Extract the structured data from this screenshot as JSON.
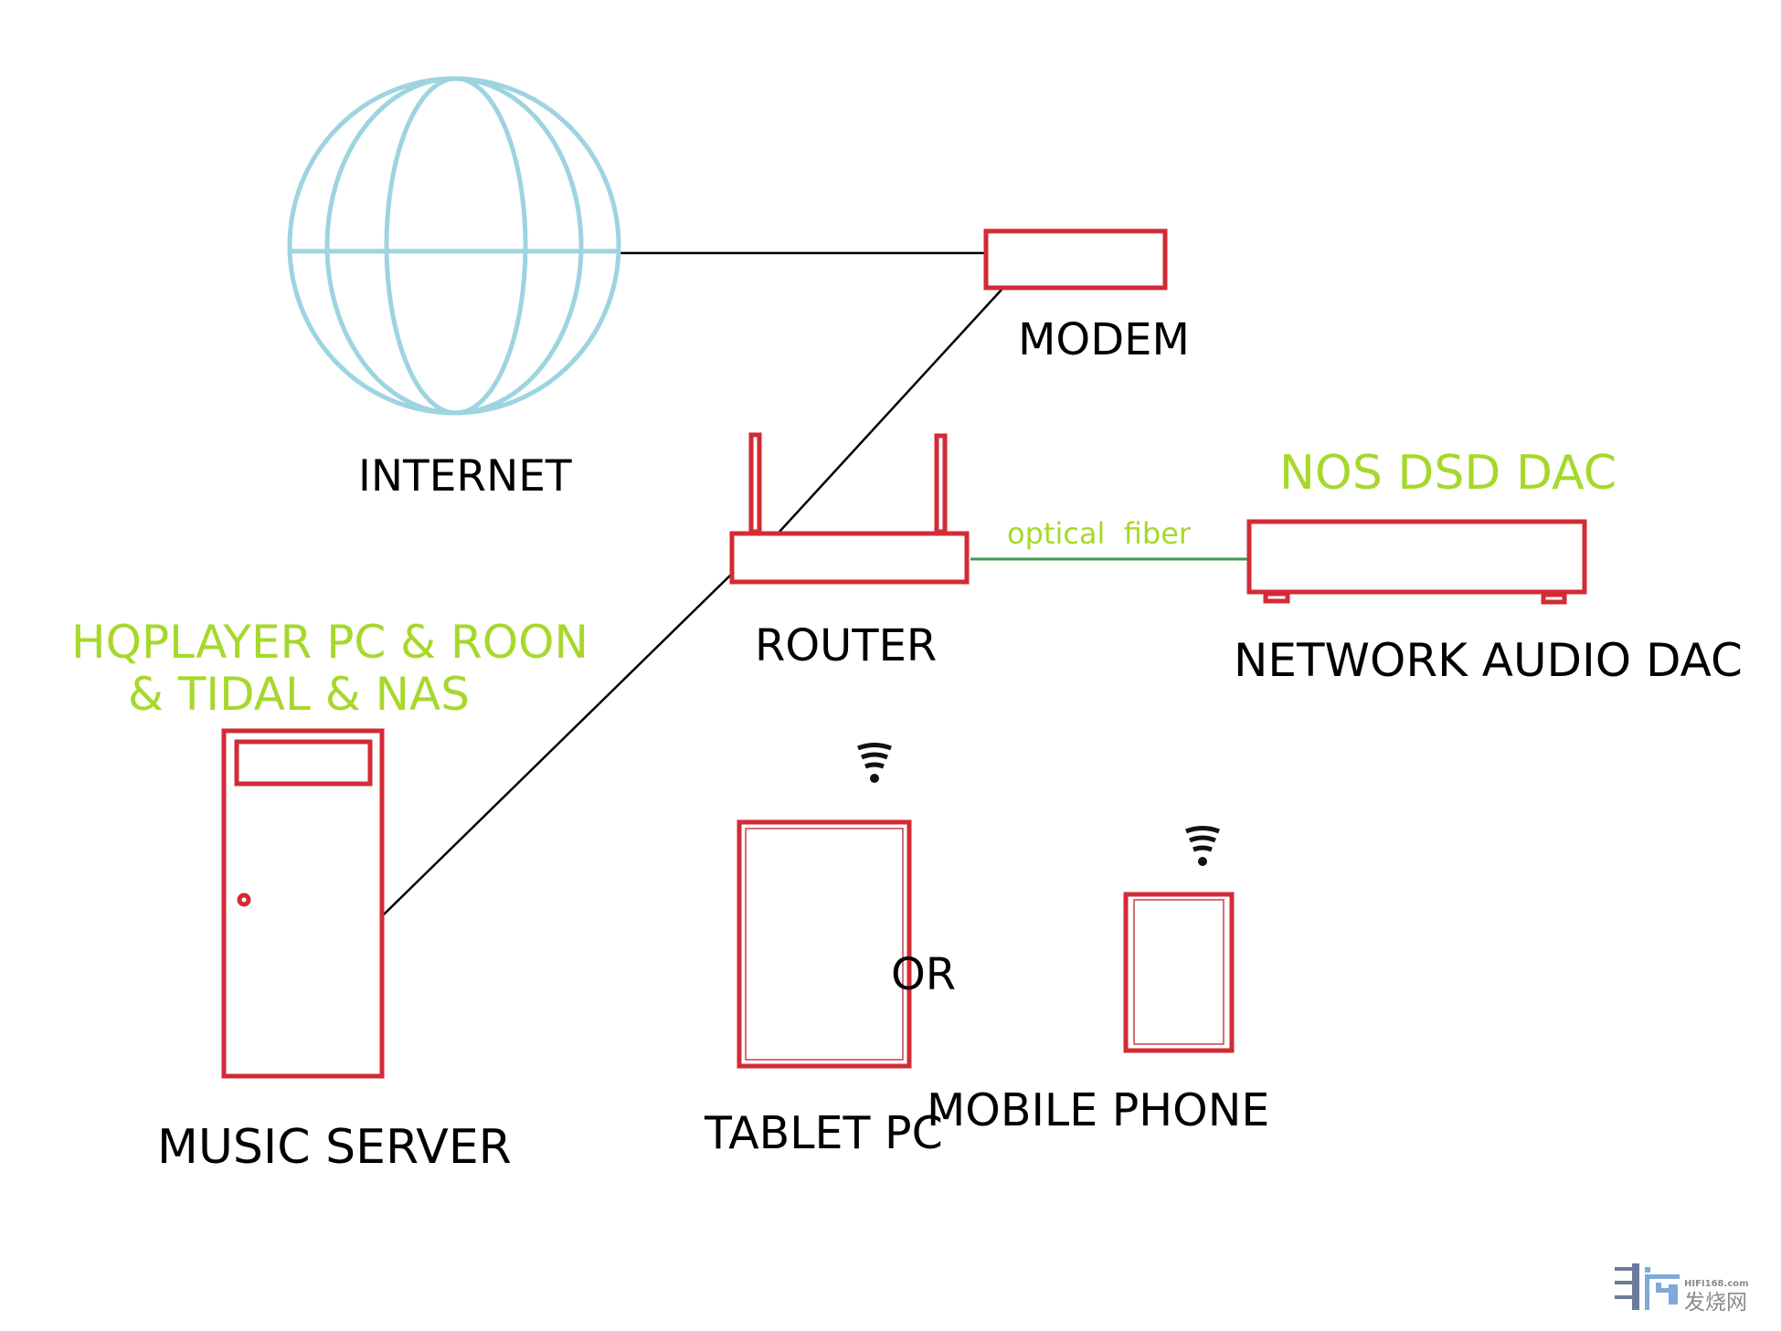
{
  "colors": {
    "device_outline": "#d22b35",
    "globe": "#9dd4e0",
    "connection_line": "#000000",
    "optical_fiber_line": "#3a9a4a",
    "highlight_text": "#a6d82c",
    "label_text": "#000000",
    "watermark_dark": "#6d7a99",
    "watermark_light": "#7fa9d6",
    "watermark_text": "#8a8a8a"
  },
  "nodes": {
    "internet": {
      "label": "INTERNET",
      "icon": "globe-icon"
    },
    "modem": {
      "label": "MODEM",
      "icon": "modem-icon"
    },
    "router": {
      "label": "ROUTER",
      "icon": "router-icon"
    },
    "dac": {
      "label": "NETWORK AUDIO DAC",
      "caption": "NOS DSD DAC",
      "icon": "dac-icon"
    },
    "music_server": {
      "label": "MUSIC SERVER",
      "caption_line1": "HQPLAYER PC & ROON",
      "caption_line2": "& TIDAL & NAS",
      "icon": "pc-tower-icon"
    },
    "tablet": {
      "label": "TABLET PC",
      "icon": "tablet-icon",
      "wireless": true
    },
    "phone": {
      "label": "MOBILE PHONE",
      "icon": "phone-icon",
      "wireless": true
    }
  },
  "separator_text": "OR",
  "connections": [
    {
      "from": "internet",
      "to": "modem",
      "type": "wired"
    },
    {
      "from": "modem",
      "to": "router",
      "type": "wired"
    },
    {
      "from": "router",
      "to": "music_server",
      "type": "wired"
    },
    {
      "from": "router",
      "to": "dac",
      "type": "optical",
      "label": "optical  fiber"
    }
  ],
  "watermark": {
    "site": "HIFI168.com",
    "name": "发烧网"
  }
}
